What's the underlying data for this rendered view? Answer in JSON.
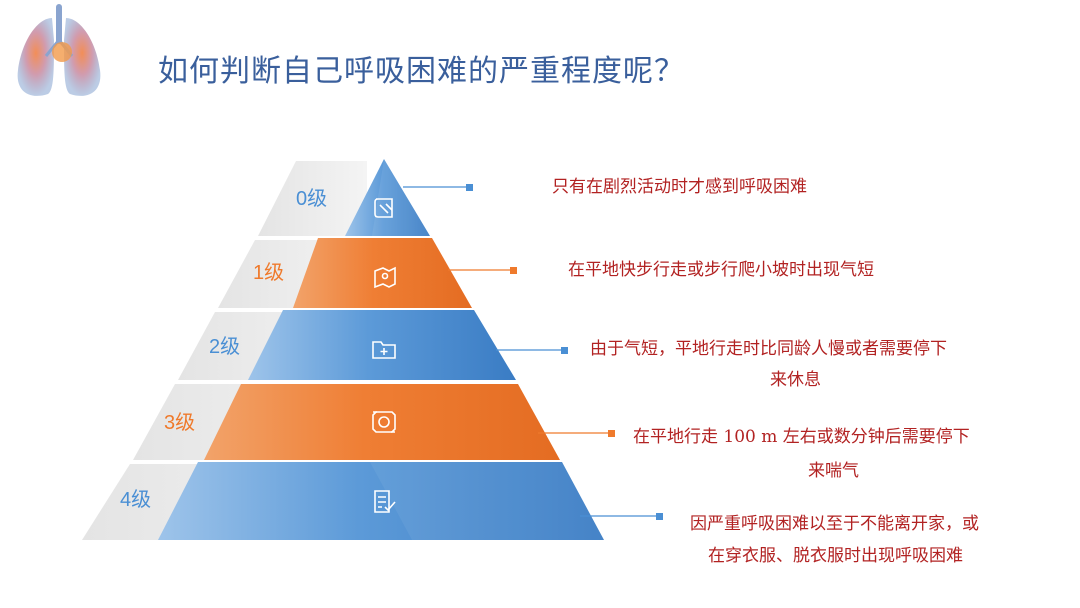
{
  "title": "如何判断自己呼吸困难的严重程度呢？",
  "colors": {
    "blue": "#4a8fd4",
    "orange": "#ef7a2c",
    "gray": "#e8e8e8",
    "title": "#3a5f9c",
    "text": "#b22222"
  },
  "levels": [
    {
      "label": "0级",
      "icon": "scroll-pen-icon",
      "description_lines": [
        "只有在剧烈活动时才感到呼吸困难"
      ]
    },
    {
      "label": "1级",
      "icon": "map-pin-icon",
      "description_lines": [
        "在平地快步行走或步行爬小坡时出现气短"
      ]
    },
    {
      "label": "2级",
      "icon": "folder-plus-icon",
      "description_lines": [
        "由于气短，平地行走时比同龄人慢或者需要停下",
        "来休息"
      ]
    },
    {
      "label": "3级",
      "icon": "camera-icon",
      "description_lines": [
        "在平地行走 100 m 左右或数分钟后需要停下",
        "来喘气"
      ]
    },
    {
      "label": "4级",
      "icon": "checklist-icon",
      "description_lines": [
        "因严重呼吸困难以至于不能离开家，或",
        "在穿衣服、脱衣服时出现呼吸困难"
      ]
    }
  ]
}
